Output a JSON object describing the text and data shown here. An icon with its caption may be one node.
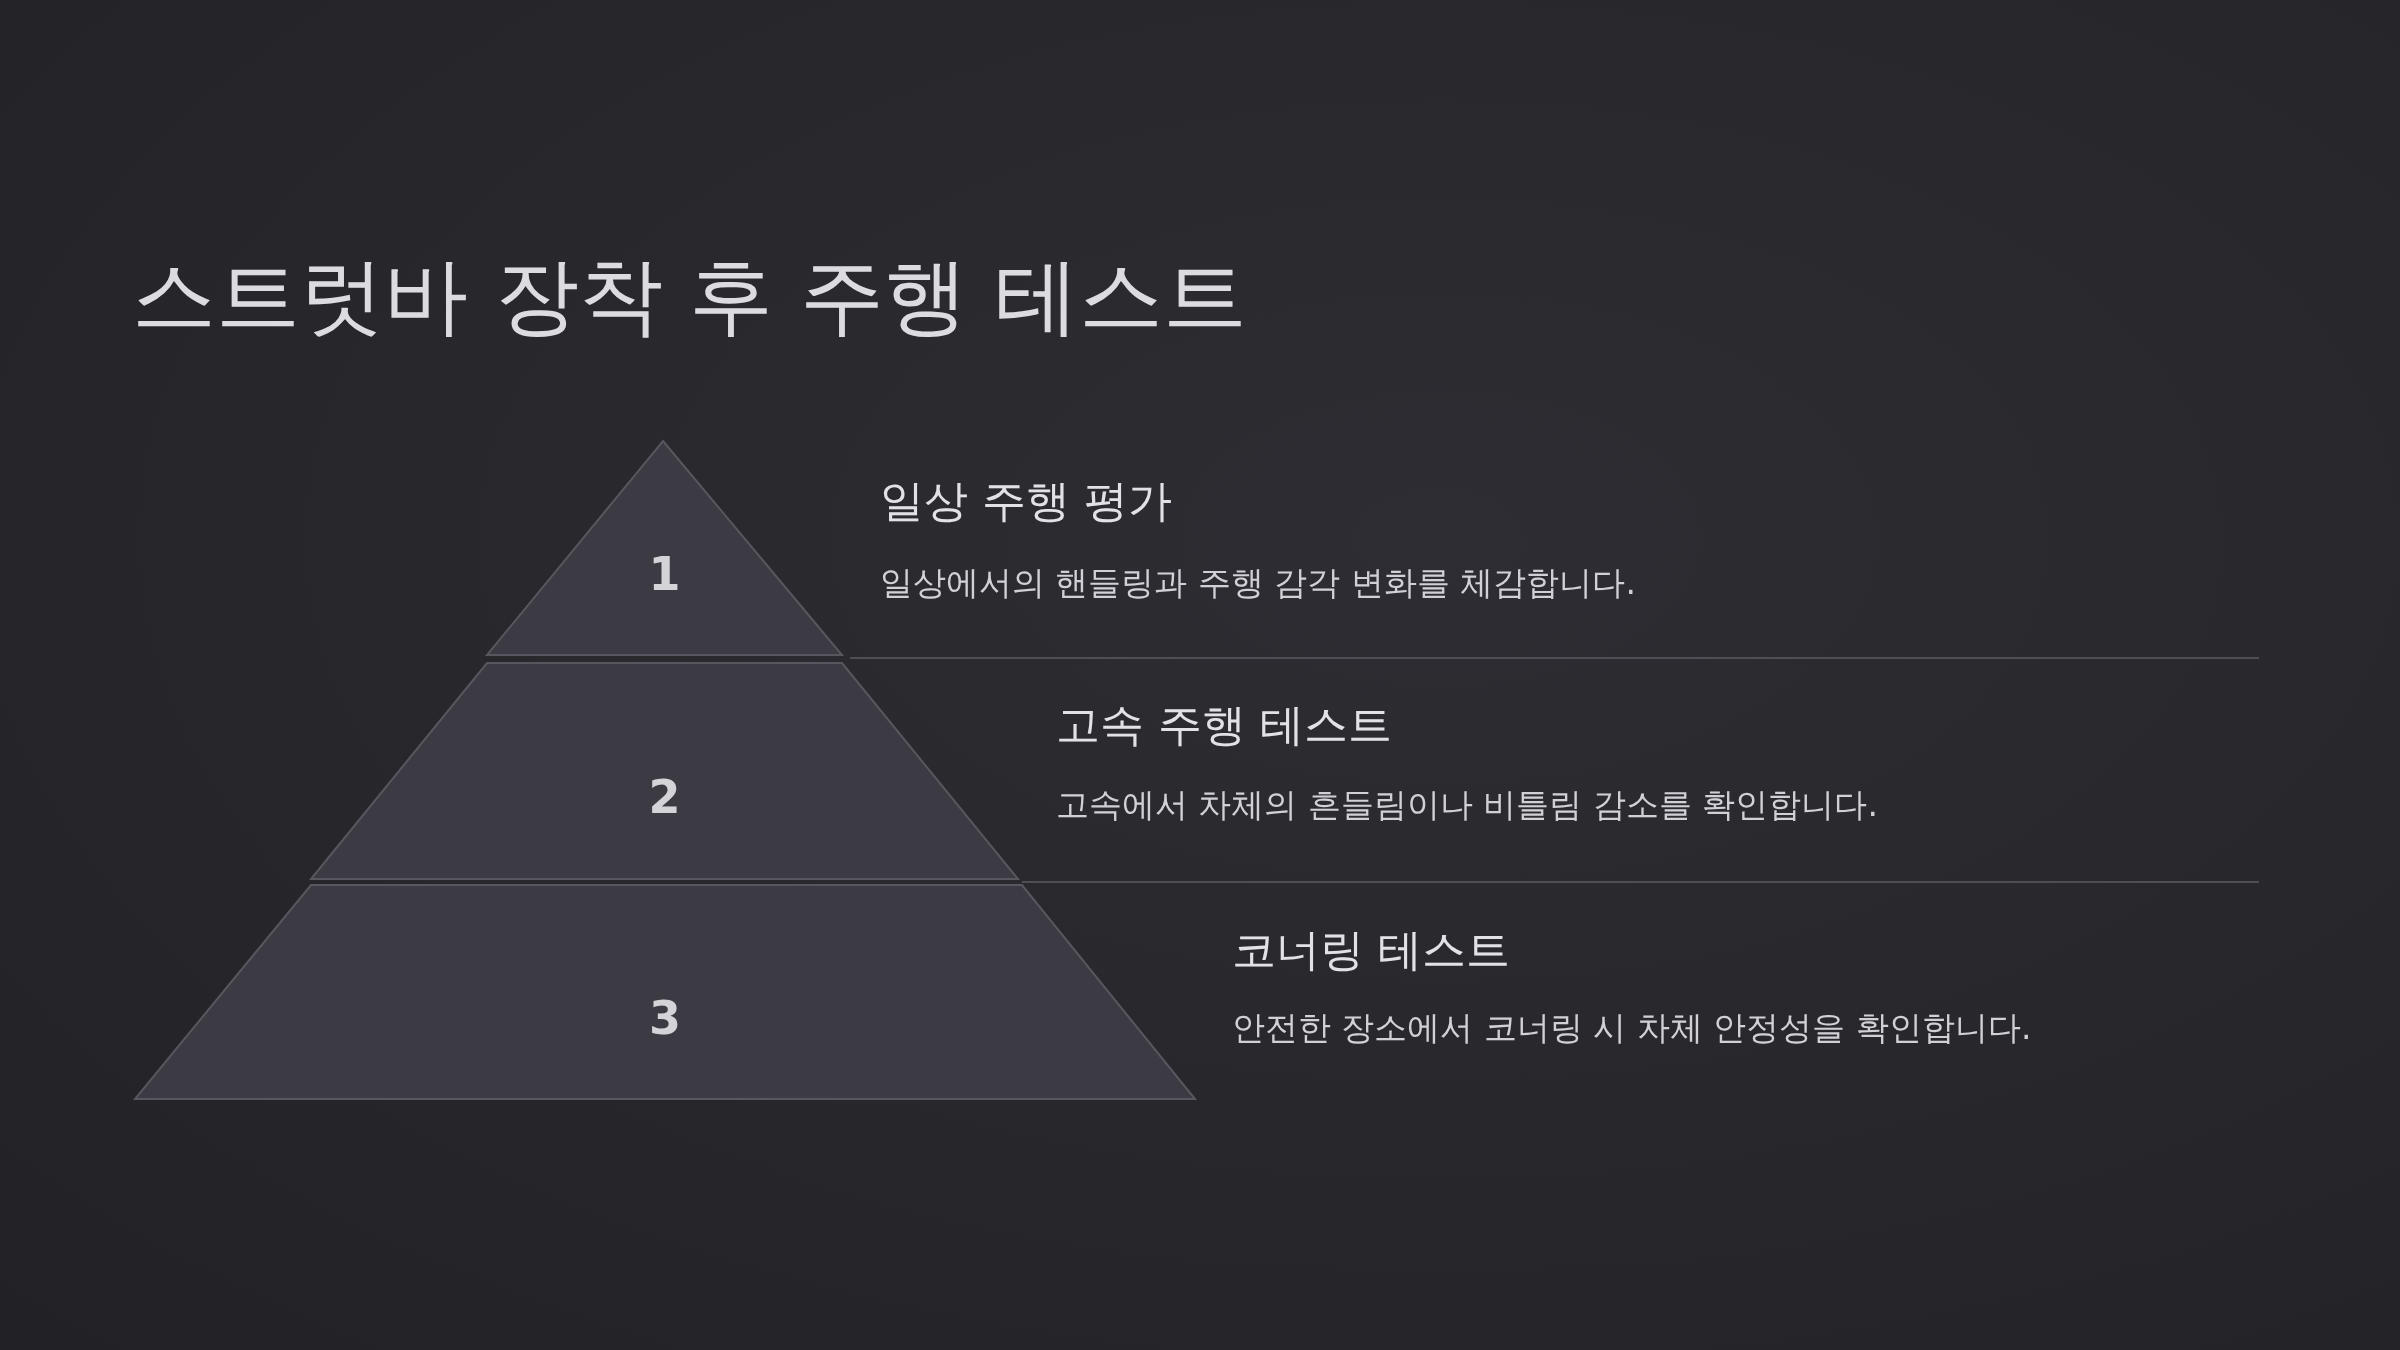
{
  "diagram": {
    "title": "스트럿바 장착 후 주행 테스트",
    "nodes": [
      {
        "text": [
          "1"
        ],
        "beside": [
          "일상 주행 평가",
          "일상에서의 핸들링과 주행 감각 변화를 체감합니다."
        ]
      },
      {
        "text": [
          "2"
        ],
        "beside": [
          "고속 주행 테스트",
          "고속에서 차체의 흔들림이나 비틀림 감소를 확인합니다."
        ]
      },
      {
        "text": [
          "3"
        ],
        "beside": [
          "코너링 테스트",
          "안전한 장소에서 코너링 시 차체 안정성을 확인합니다."
        ]
      }
    ]
  }
}
